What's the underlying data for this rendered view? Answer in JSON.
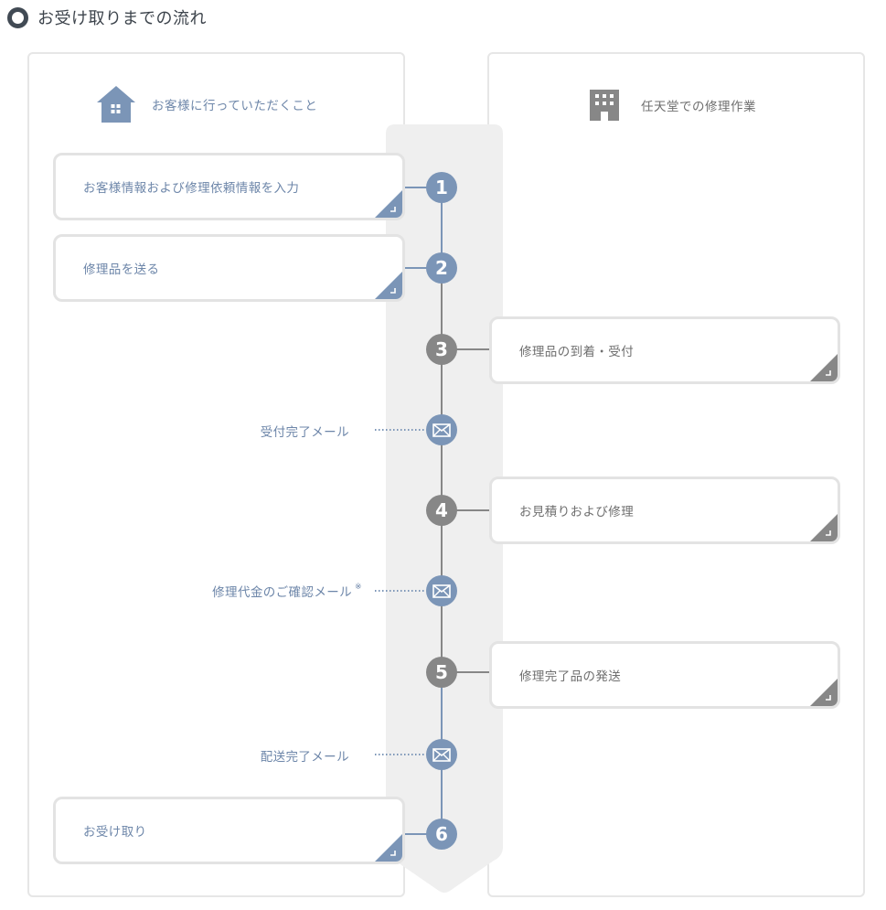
{
  "heading": {
    "title": "お受け取りまでの流れ"
  },
  "columns": {
    "customer": {
      "title": "お客様に行っていただくこと",
      "icon": "house-icon"
    },
    "nintendo": {
      "title": "任天堂での修理作業",
      "icon": "building-icon"
    }
  },
  "steps": [
    {
      "number": "1",
      "side": "customer",
      "label": "お客様情報および修理依頼情報を入力"
    },
    {
      "number": "2",
      "side": "customer",
      "label": "修理品を送る"
    },
    {
      "number": "3",
      "side": "nintendo",
      "label": "修理品の到着・受付"
    },
    {
      "number": "4",
      "side": "nintendo",
      "label": "お見積りおよび修理"
    },
    {
      "number": "5",
      "side": "nintendo",
      "label": "修理完了品の発送"
    },
    {
      "number": "6",
      "side": "customer",
      "label": "お受け取り"
    }
  ],
  "emails": [
    {
      "label": "受付完了メール",
      "note": ""
    },
    {
      "label": "修理代金のご確認メール",
      "note": "※"
    },
    {
      "label": "配送完了メール",
      "note": ""
    }
  ],
  "colors": {
    "customer_blue": "#7b95b7",
    "nintendo_gray": "#878787",
    "timeline_band": "#efefef",
    "card_border": "#e3e3e3"
  }
}
